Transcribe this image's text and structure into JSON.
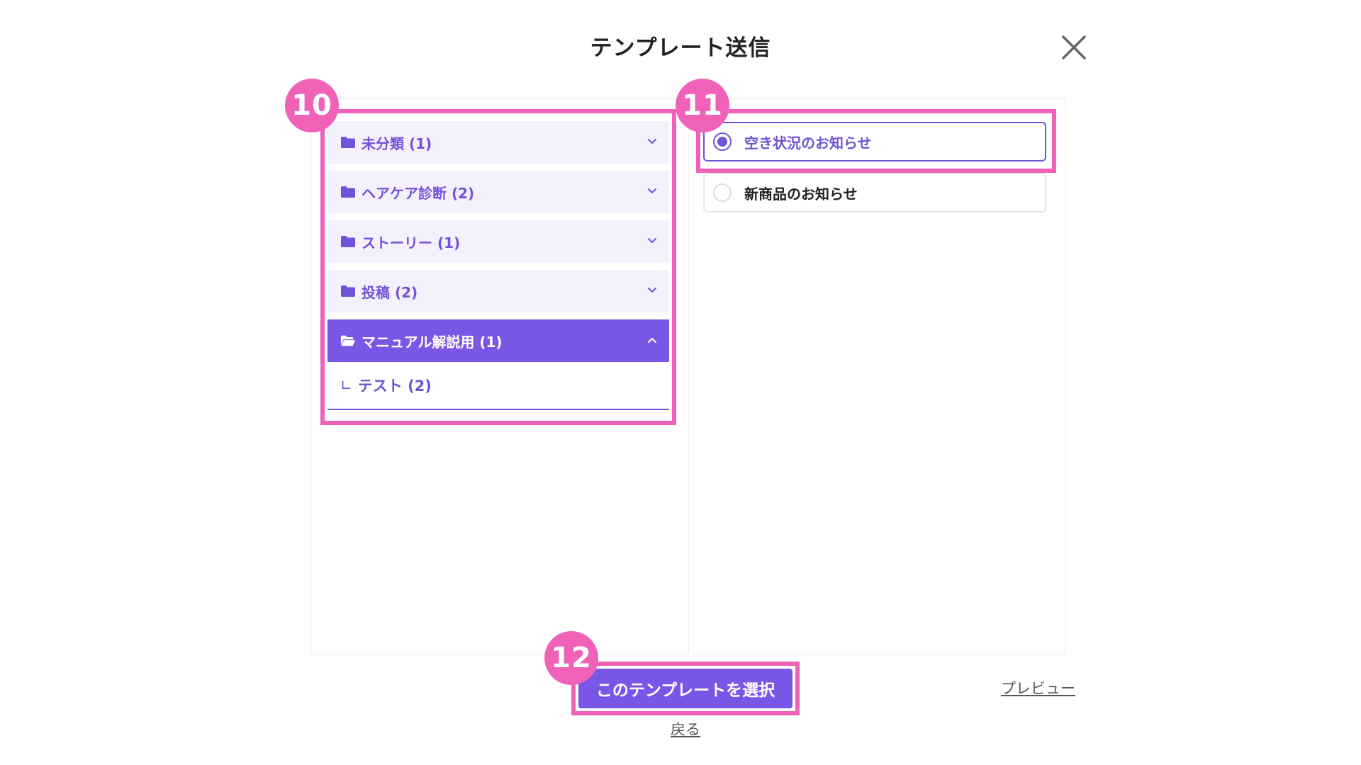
{
  "dialog": {
    "title": "テンプレート送信"
  },
  "folders": [
    {
      "label": "未分類 (1)",
      "expanded": false
    },
    {
      "label": "ヘアケア診断 (2)",
      "expanded": false
    },
    {
      "label": "ストーリー (1)",
      "expanded": false
    },
    {
      "label": "投稿 (2)",
      "expanded": false
    },
    {
      "label": "マニュアル解説用 (1)",
      "expanded": true
    }
  ],
  "subfolder": {
    "mark": "∟",
    "label": "テスト (2)"
  },
  "templates": [
    {
      "label": "空き状況のお知らせ",
      "selected": true
    },
    {
      "label": "新商品のお知らせ",
      "selected": false
    }
  ],
  "footer": {
    "select_button": "このテンプレートを選択",
    "preview_link": "プレビュー",
    "back_link": "戻る"
  },
  "annotations": {
    "badge_folders": "10",
    "badge_templates": "11",
    "badge_button": "12"
  },
  "colors": {
    "accent": "#7a56e6",
    "accent_text": "#6f53d8",
    "highlight": "#ef62b8",
    "folder_bg": "#f4f1fd"
  }
}
